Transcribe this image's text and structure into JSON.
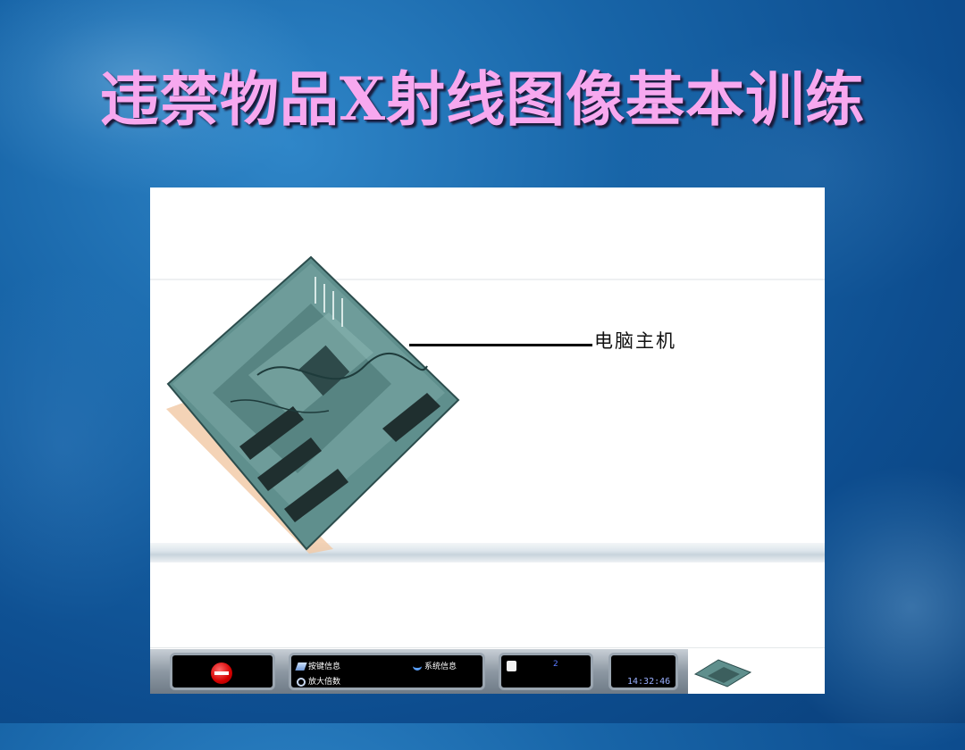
{
  "slide": {
    "title": "违禁物品X射线图像基本训练"
  },
  "xray_view": {
    "object_label": "电脑主机"
  },
  "toolbar": {
    "stop_icon": "stop-icon",
    "key_info_label": "按键信息",
    "system_info_label": "系统信息",
    "zoom_factor_label": "放大倍数",
    "item_count": "2",
    "clock": "14:32:46"
  },
  "colors": {
    "title": "#f7a8ef",
    "background": "#1865a8",
    "xray_object": "#5e8c8c"
  }
}
